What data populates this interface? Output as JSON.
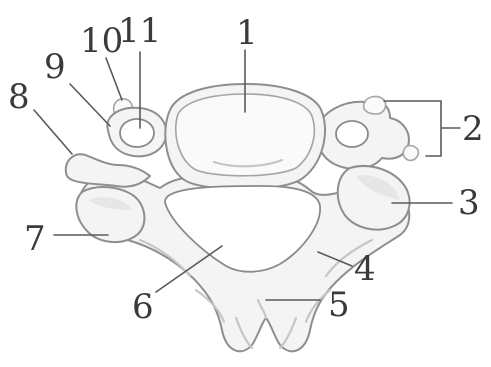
{
  "labels": {
    "1": "1",
    "2": "2",
    "3": "3",
    "4": "4",
    "5": "5",
    "6": "6",
    "7": "7",
    "8": "8",
    "9": "9",
    "10": "10",
    "11": "11"
  }
}
